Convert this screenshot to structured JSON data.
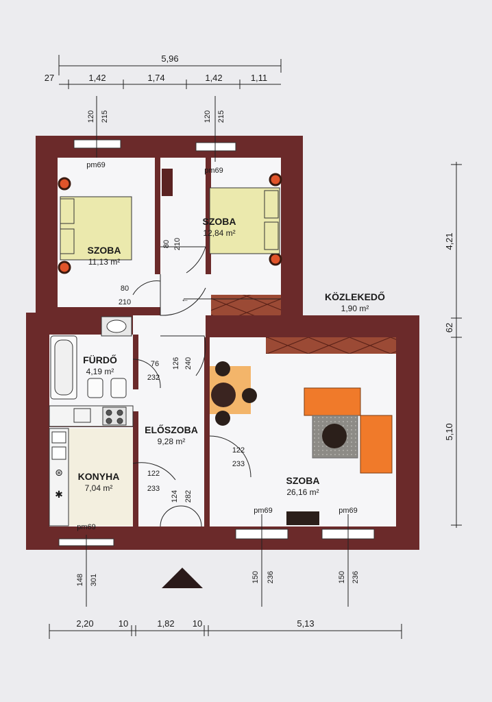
{
  "colors": {
    "wall": "#6b2a2a",
    "floor": "#f6f6f8",
    "kitchen_floor": "#f3efdf",
    "bed": "#ebe9ad",
    "sofa": "#f07a2a",
    "table": "#f3b56a",
    "chair": "#2b1f1a",
    "hatch": "#9b4a35"
  },
  "dimensions": {
    "top_total": "5,96",
    "top_segments": [
      "27",
      "1,42",
      "1,74",
      "1,42",
      "1,11"
    ],
    "right_segments": [
      "4,21",
      "62",
      "5,10"
    ],
    "bottom_segments": [
      "2,20",
      "10",
      "1,82",
      "10",
      "5,13"
    ]
  },
  "rooms": {
    "bedroom1": {
      "name": "SZOBA",
      "area": "11,13 m²"
    },
    "bedroom2": {
      "name": "SZOBA",
      "area": "12,84 m²"
    },
    "corridor": {
      "name": "KÖZLEKEDŐ",
      "area": "1,90 m²"
    },
    "bathroom": {
      "name": "FÜRDŐ",
      "area": "4,19 m²"
    },
    "hall": {
      "name": "ELŐSZOBA",
      "area": "9,28 m²"
    },
    "kitchen": {
      "name": "KONYHA",
      "area": "7,04 m²"
    },
    "living": {
      "name": "SZOBA",
      "area": "26,16 m²"
    }
  },
  "windows": {
    "w1": {
      "tag": "pm69",
      "sill": "120",
      "height": "215"
    },
    "w2": {
      "tag": "pm69",
      "sill": "120",
      "height": "215"
    },
    "w3": {
      "tag": "pm69",
      "sill": "148",
      "height": "301"
    },
    "w4": {
      "tag": "pm69",
      "sill": "150",
      "height": "236"
    },
    "w5": {
      "tag": "pm69",
      "sill": "150",
      "height": "236"
    }
  },
  "doors": {
    "d_hall_vert": {
      "width": "80",
      "height": "210"
    },
    "d_bed1": {
      "width": "80",
      "height": "210"
    },
    "d_bath": {
      "width": "76",
      "height": "232"
    },
    "d_hall_mid": {
      "width": "126",
      "height": "240"
    },
    "d_living": {
      "width": "122",
      "height": "233"
    },
    "d_kitchen": {
      "width": "122",
      "height": "233"
    },
    "d_entry": {
      "width": "124",
      "height": "282"
    }
  }
}
